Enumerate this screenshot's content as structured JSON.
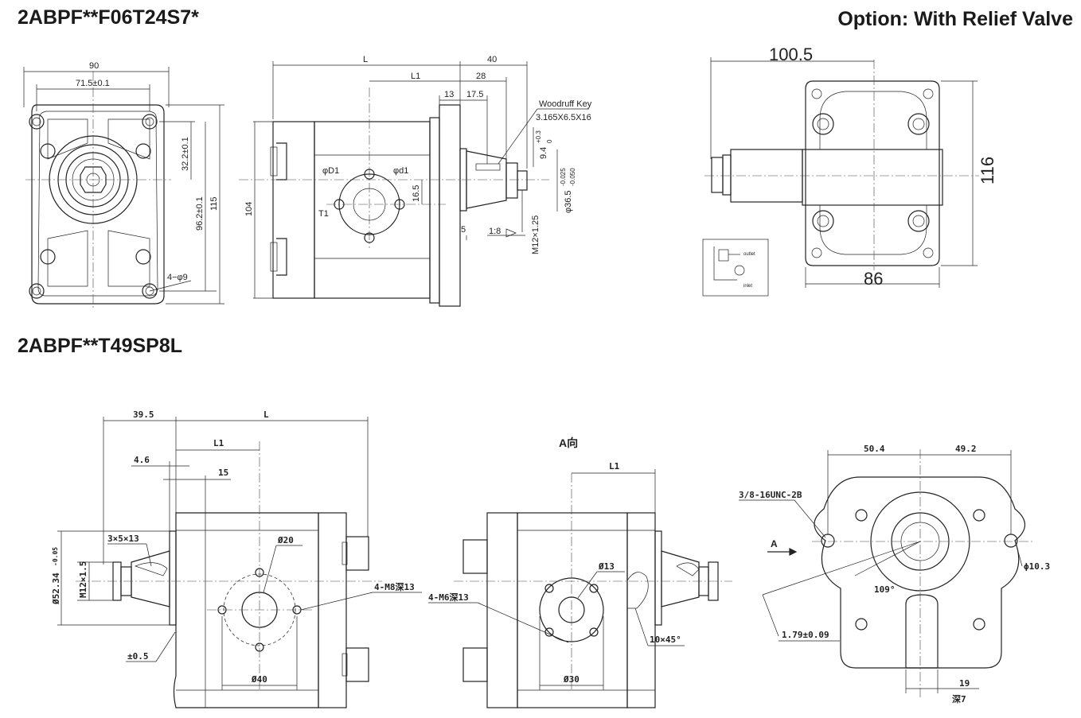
{
  "titles": {
    "model_a": "2ABPF**F06T24S7*",
    "option": "Option: With Relief Valve",
    "model_b": "2ABPF**T49SP8L"
  },
  "top_front": {
    "d90": "90",
    "d71": "71.5±0.1",
    "d32": "32.2±0.1",
    "d96": "96.2±0.1",
    "d115": "115",
    "holes": "4−φ9"
  },
  "top_side": {
    "L": "L",
    "L1": "L1",
    "d40": "40",
    "d28": "28",
    "d13": "13",
    "d17": "17.5",
    "key_title": "Woodruff Key",
    "key_size": "3.165X6.5X16",
    "d94": "9.4",
    "d94_tol_up": "+0.3",
    "d94_tol_dn": "0",
    "shaft": "φ36.5",
    "shaft_tol_up": "-0.025",
    "shaft_tol_dn": "-0.050",
    "phiD1": "φD1",
    "phid1": "φd1",
    "T1": "T1",
    "d104": "104",
    "d165": "16.5",
    "d5": "5",
    "taper": "1:8",
    "thread": "M12×1.25"
  },
  "relief": {
    "d1005": "100.5",
    "d116": "116",
    "d86": "86",
    "outlet": "outlet",
    "inlet": "inlet"
  },
  "bot_side": {
    "d395": "39.5",
    "L": "L",
    "L1": "L1",
    "d46": "4.6",
    "d15": "15",
    "key": "3×5×13",
    "d20": "Ø20",
    "m8": "4-M8深13",
    "pilot": "Ø52.34",
    "pilot_tol": "-0.05",
    "thread": "M12×1.5",
    "tol": "±0.5",
    "d40": "Ø40"
  },
  "bot_a": {
    "view": "A向",
    "L1": "L1",
    "d13": "Ø13",
    "m6": "4-M6深13",
    "chamfer": "10×45°",
    "d30": "Ø30"
  },
  "bot_flange": {
    "d504": "50.4",
    "d492": "49.2",
    "unc": "3/8-16UNC-2B",
    "arrow": "A",
    "hole": "ϕ10.3",
    "angle": "109°",
    "offset": "1.79±0.09",
    "d19": "19",
    "depth": "深7"
  },
  "colors": {
    "line": "#222222",
    "title": "#1a1a1a",
    "background": "#ffffff"
  }
}
